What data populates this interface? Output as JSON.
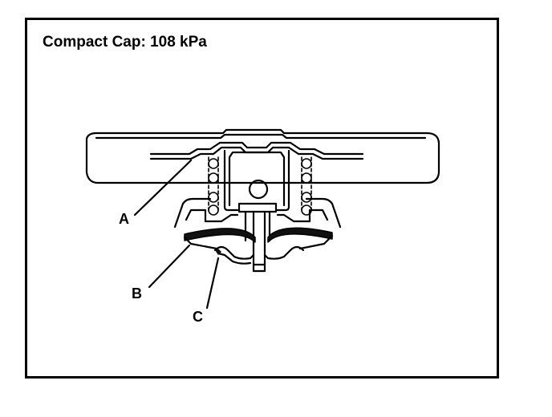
{
  "title": "Compact Cap: 108 kPa",
  "callouts": [
    {
      "label": "A"
    },
    {
      "label": "B"
    },
    {
      "label": "C"
    }
  ]
}
